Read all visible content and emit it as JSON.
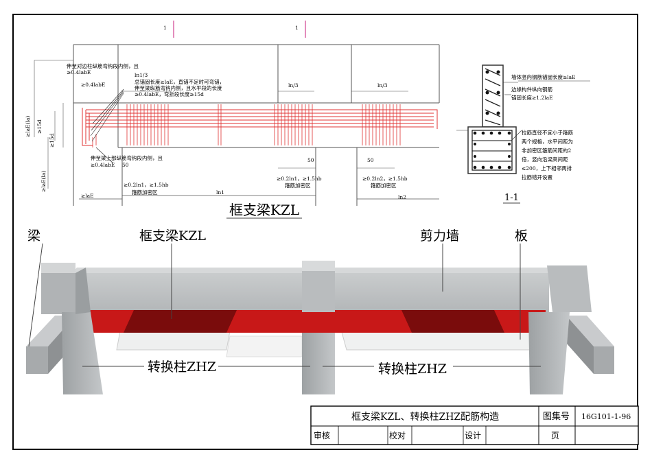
{
  "plan": {
    "title": "框支梁KZL",
    "section_marks": [
      "1",
      "1"
    ],
    "dim_labels": {
      "lae_la_top": "≥laE(la)",
      "d15_a": "≥15d",
      "d15_b": "≥15d",
      "lae_la_bot": "≥laE(la)",
      "lae_bottom": "≥laE",
      "ln1_third": "ln1/3",
      "ln_third": "ln/3",
      "ln_third_b": "ln/3",
      "ln1": "ln1",
      "ln2": "ln2",
      "fifty_a": "50",
      "fifty_b": "50",
      "fifty_c": "50"
    },
    "notes": {
      "n1a": "伸至对边柱纵筋弯钩段内侧，且",
      "n1b": "≥0.4labE",
      "n2": "≥0.4labE",
      "n3a": "总锚固长度≥laE，直锚不足时可弯锚，",
      "n3b": "伸至梁纵筋弯钩内侧，且水平段的长度",
      "n3c": "≥0.4labE，弯折段长度≥15d",
      "n4a": "伸至梁上部纵筋弯钩段内侧，且",
      "n4b": "≥0.4labE",
      "zone1a": "≥0.2ln1，≥1.5hb",
      "zone1b": "箍筋加密区",
      "zone2a": "≥0.2ln1，≥1.5hb",
      "zone2b": "箍筋加密区",
      "zone3a": "≥0.2ln2，≥1.5hb",
      "zone3b": "箍筋加密区"
    }
  },
  "section": {
    "label": "1-1",
    "note_top_a": "墙体竖向钢筋锚固长度≥laE",
    "note_top_b": "边缘构件纵向钢筋",
    "note_top_c": "锚固长度≥1.2laE",
    "note_side": [
      "拉筋直径不宜小于箍筋",
      "两个规格，水平间距为",
      "非加密区箍筋间距的2",
      "倍，竖向沿梁高间距",
      "≤200，上下相邻两排",
      "拉筋错开设置"
    ]
  },
  "model": {
    "label_beam": "梁",
    "label_kzl": "框支梁KZL",
    "label_wall": "剪力墙",
    "label_slab": "板",
    "label_zhz_left": "转换柱ZHZ",
    "label_zhz_right": "转换柱ZHZ"
  },
  "title_block": {
    "drawing_title": "框支梁KZL、转换柱ZHZ配筋构造",
    "atlas_label": "图集号",
    "atlas_no": "16G101-1-96",
    "review": "审核",
    "check": "校对",
    "design": "设计",
    "page": "页"
  },
  "colors": {
    "rebar": "#e03030",
    "beam_red": "#c81818",
    "beam_dark": "#7a0c0c",
    "concrete": "#b9bcbe"
  }
}
